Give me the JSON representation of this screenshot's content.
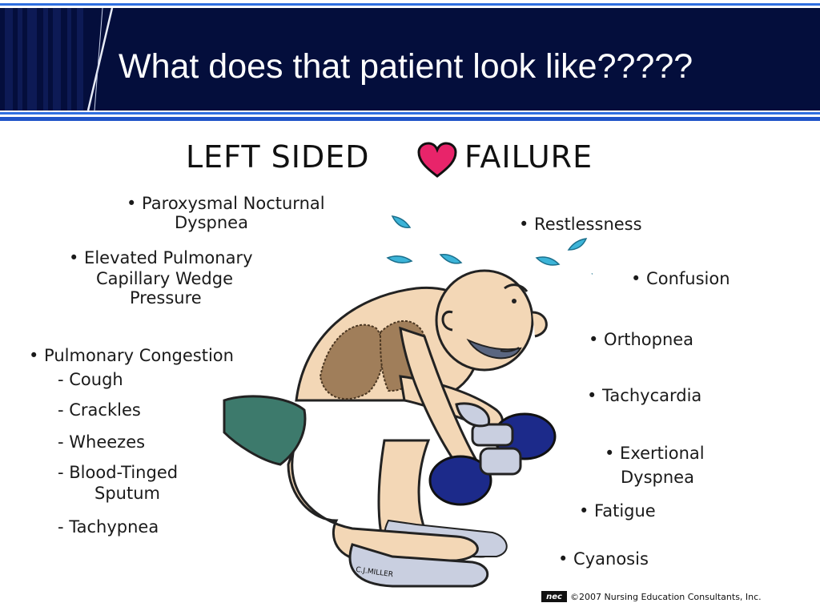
{
  "slide": {
    "title": "What does that patient look like?????"
  },
  "cartoon": {
    "heading_left": "LEFT SIDED",
    "heading_right": "FAILURE",
    "left_labels": {
      "pnd_line1": "• Paroxysmal Nocturnal",
      "pnd_line2": "Dyspnea",
      "epcwp_line1": "• Elevated Pulmonary",
      "epcwp_line2": "Capillary Wedge",
      "epcwp_line3": "Pressure",
      "congestion": "• Pulmonary Congestion",
      "cough": "- Cough",
      "crackles": "- Crackles",
      "wheezes": "- Wheezes",
      "sputum_line1": "- Blood-Tinged",
      "sputum_line2": "Sputum",
      "tachypnea": "- Tachypnea"
    },
    "right_labels": {
      "restlessness": "• Restlessness",
      "confusion": "• Confusion",
      "orthopnea": "• Orthopnea",
      "tachycardia": "• Tachycardia",
      "exertional_line1": "• Exertional",
      "exertional_line2": "Dyspnea",
      "fatigue": "• Fatigue",
      "cyanosis": "• Cyanosis"
    },
    "signature": "C.J.MILLER"
  },
  "footer": {
    "logo": "nec",
    "copyright": "©2007 Nursing Education Consultants, Inc."
  },
  "colors": {
    "header_navy": "#040e3c",
    "header_blue": "#2f6fe0",
    "heart": "#e8246a",
    "skin": "#f3d7b6",
    "shorts": "#3d7a6c",
    "dumbbell": "#1c2a8a",
    "sweat": "#3cb4d8",
    "congestion": "#a07e5a"
  }
}
